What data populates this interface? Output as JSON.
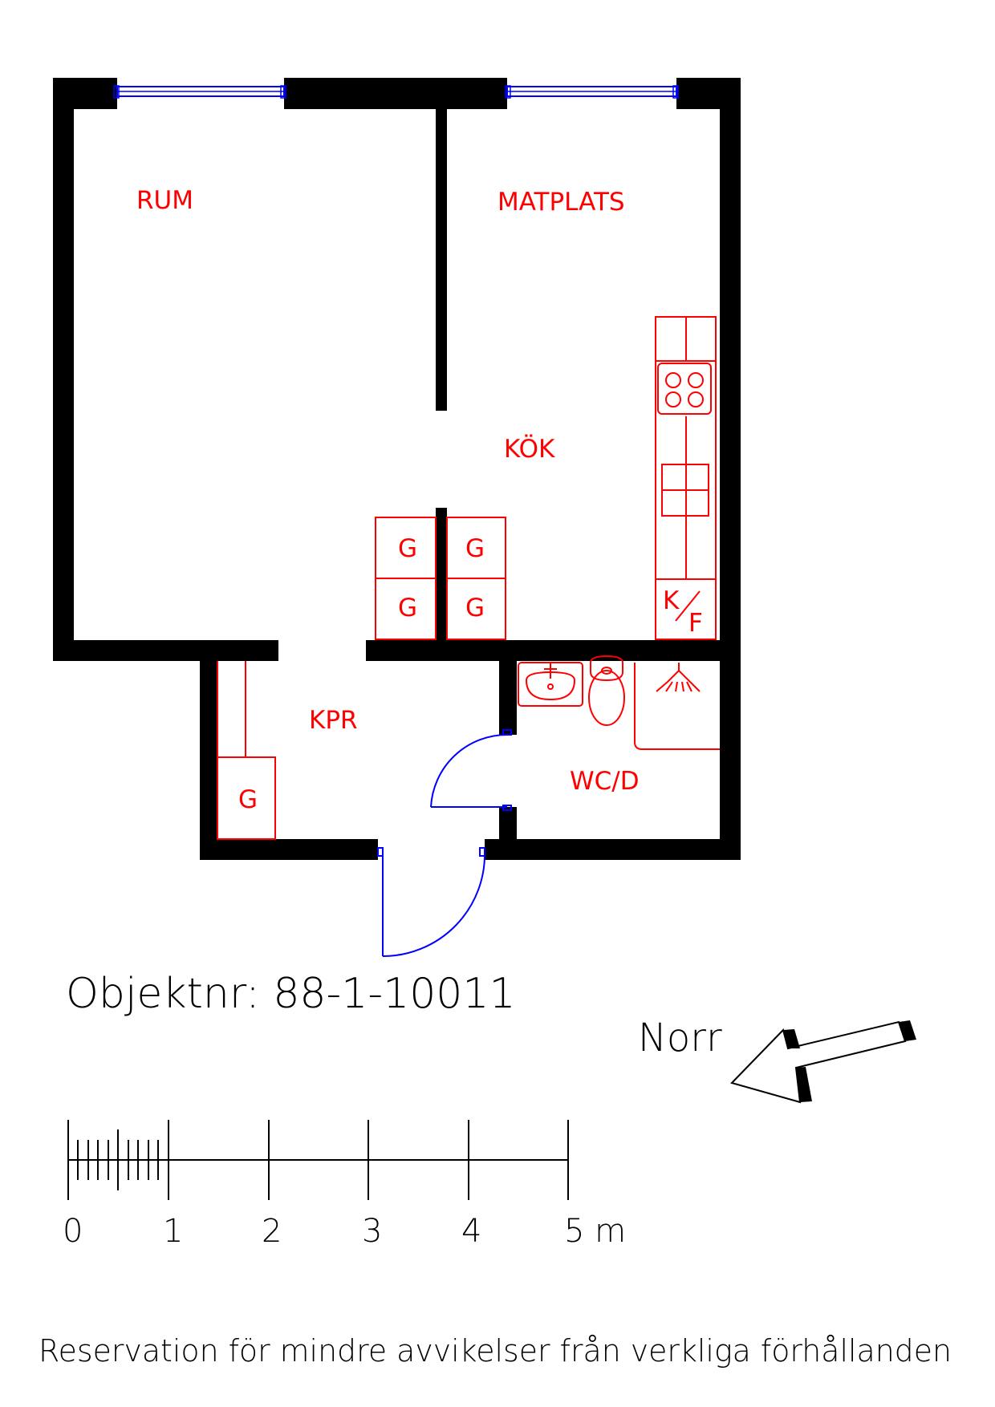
{
  "rooms": {
    "rum": "RUM",
    "matplats": "MATPLATS",
    "kok": "KÖK",
    "kpr": "KPR",
    "wc": "WC/D"
  },
  "fixtures": {
    "garderob": "G",
    "kyl_frys_k": "K",
    "kyl_frys_f": "F"
  },
  "object_number": "Objektnr: 88-1-10011",
  "north_label": "Norr",
  "scale": {
    "ticks": [
      "0",
      "1",
      "2",
      "3",
      "4",
      "5 m"
    ]
  },
  "disclaimer": "Reservation för mindre avvikelser från verkliga förhållanden",
  "colors": {
    "walls": "#000000",
    "fixtures": "#ff0000",
    "doors_windows": "#0000ff"
  }
}
